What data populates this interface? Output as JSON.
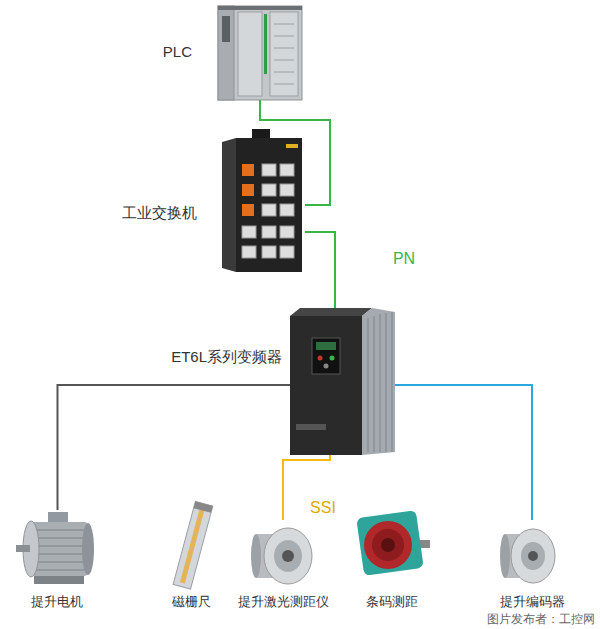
{
  "diagram": {
    "nodes": [
      {
        "text": [
          "PLC"
        ]
      },
      {
        "text": [
          "工业交换机"
        ]
      },
      {
        "text": [
          "ET6L系列变频器"
        ]
      },
      {
        "text": [
          "提升电机"
        ]
      },
      {
        "text": [
          "磁栅尺"
        ]
      },
      {
        "text": [
          "提升激光测距仪"
        ]
      },
      {
        "text": [
          "条码测距"
        ]
      },
      {
        "text": [
          "提升编码器"
        ]
      }
    ],
    "edges": [
      {
        "from": 0,
        "to": 1,
        "arrow": "none"
      },
      {
        "from": 1,
        "to": 2,
        "label": "PN",
        "arrow": "none"
      },
      {
        "from": 2,
        "to": 3,
        "arrow": "none"
      },
      {
        "from": 2,
        "to": 5,
        "label": "SSI",
        "arrow": "none"
      },
      {
        "from": 2,
        "to": 7,
        "arrow": "none"
      }
    ],
    "labels": [
      "图片发布者：工控网"
    ]
  }
}
